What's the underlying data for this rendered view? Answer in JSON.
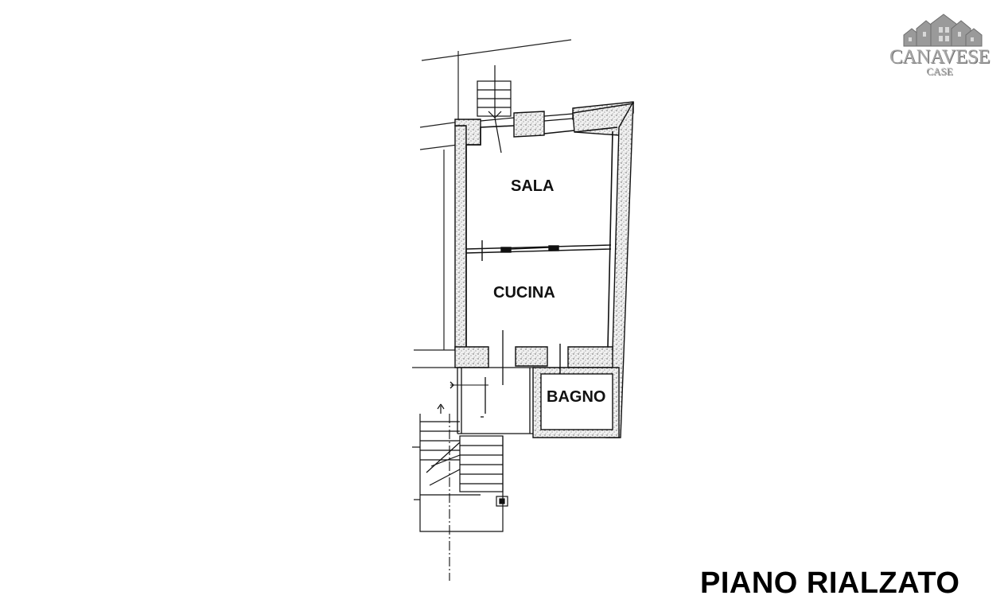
{
  "logo": {
    "name": "CANAVESE",
    "sub": "CASE"
  },
  "rooms": {
    "sala": "SALA",
    "cucina": "CUCINA",
    "bagno": "BAGNO"
  },
  "floor_title": "PIANO RIALZATO"
}
